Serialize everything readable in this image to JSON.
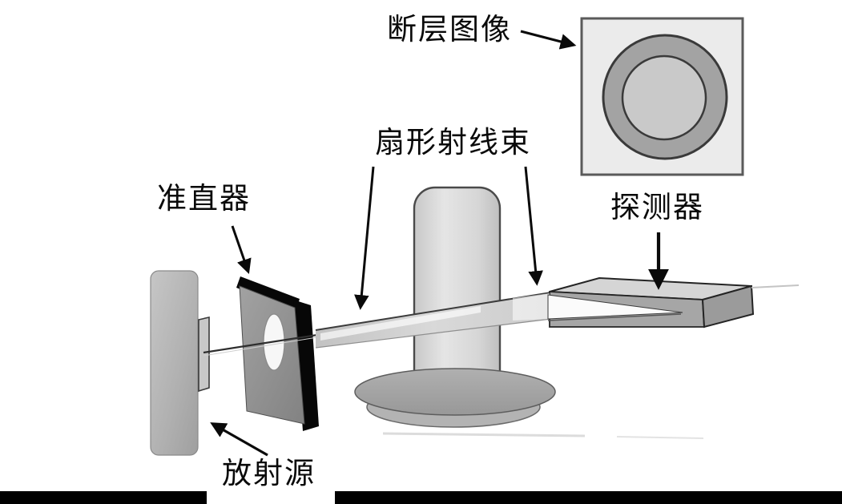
{
  "labels": {
    "tomographic_image": "断层图像",
    "fan_beam": "扇形射线束",
    "collimator": "准直器",
    "detector": "探测器",
    "radiation_source": "放射源"
  },
  "annotations": [
    {
      "label": "断层图像",
      "points_to": "tomographic-image-panel",
      "arrow_direction": "right"
    },
    {
      "label": "扇形射线束",
      "points_to": "fan-beam",
      "arrow_direction": "down, two arrows (before and after patient)"
    },
    {
      "label": "准直器",
      "points_to": "collimator-plate",
      "arrow_direction": "down-right"
    },
    {
      "label": "探测器",
      "points_to": "detector-box",
      "arrow_direction": "down"
    },
    {
      "label": "放射源",
      "points_to": "radiation-source-slab",
      "arrow_direction": "up-left"
    }
  ],
  "components": [
    "radiation-source-slab",
    "source-bracket",
    "pencil-beam-line",
    "collimator-plate",
    "collimator-aperture",
    "fan-beam",
    "patient-cylinder",
    "rotating-turntable",
    "detector-box",
    "tomographic-image-panel",
    "ring-cross-section"
  ],
  "colors": {
    "background": "#ffffff",
    "text_and_arrows": "#0a0a0a",
    "panel_fill": "#ebebeb",
    "panel_border": "#5a5a5a",
    "ring_gray": "#a3a3a3",
    "inner_disc_gray": "#c9c9c9",
    "metal_gray": "#b0b0b0",
    "collimator_frame_black": "#070707",
    "detector_top": "#d5d5d5",
    "bottom_bar": "#000000"
  }
}
